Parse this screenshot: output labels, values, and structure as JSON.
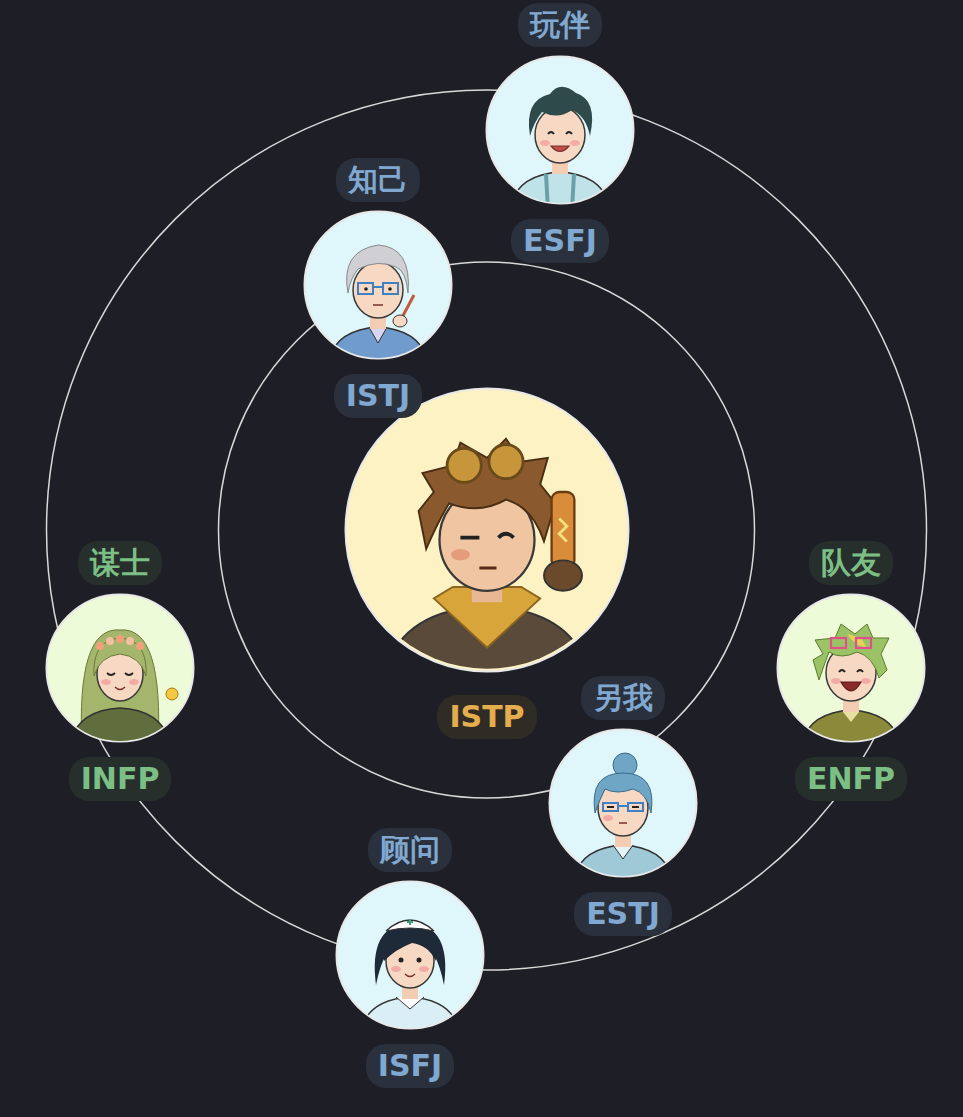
{
  "diagram": {
    "nodes": [
      {
        "text": [
          "玩伴",
          "ESFJ"
        ]
      },
      {
        "text": [
          "知己",
          "ISTJ"
        ]
      },
      {
        "text": [
          "ISTP"
        ]
      },
      {
        "text": [
          "谋士",
          "INFP"
        ]
      },
      {
        "text": [
          "队友",
          "ENFP"
        ]
      },
      {
        "text": [
          "另我",
          "ESTJ"
        ]
      },
      {
        "text": [
          "顾问",
          "ISFJ"
        ]
      }
    ]
  }
}
